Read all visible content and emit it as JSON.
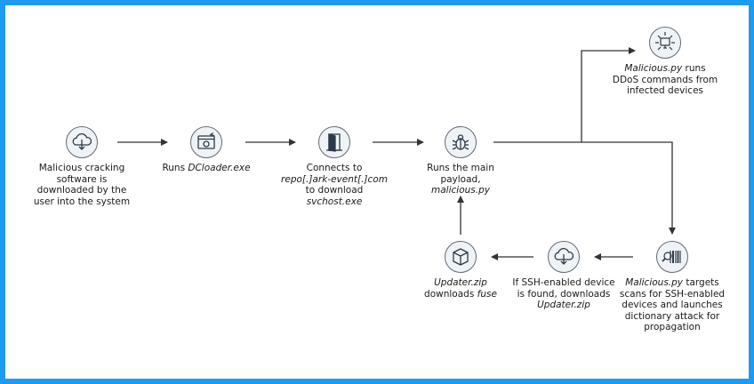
{
  "colors": {
    "border": "#1e9bf0",
    "background": "#ffffff",
    "line": "#333333",
    "icon_fill": "#f0f3f6",
    "icon_stroke": "#2b3a4a"
  },
  "nodes": {
    "cracking": {
      "icon": "cloud-download-icon",
      "text": "Malicious cracking software is downloaded by the user into the system"
    },
    "dcloader": {
      "icon": "browser-window-icon",
      "text_a": "Runs ",
      "text_b": "DCloader.exe"
    },
    "connect": {
      "icon": "door-icon",
      "text_a": "Connects to",
      "text_b": "repo[.]ark-event[.]com",
      "text_c": "to download",
      "text_d": "svchost.exe"
    },
    "payload": {
      "icon": "bug-icon",
      "text_a": "Runs the main payload,",
      "text_b": "malicious.py"
    },
    "ddos": {
      "icon": "monitor-network-icon",
      "text_a": "Malicious.py",
      "text_b": "runs DDoS commands from infected devices"
    },
    "scan": {
      "icon": "barcode-scan-icon",
      "text_a": "Malicious.py",
      "text_b": "targets scans for SSH-enabled devices and launches dictionary attack for propagation"
    },
    "ssh": {
      "icon": "cloud-download-icon",
      "text_a": "If SSH-enabled device is found, downloads",
      "text_b": "Updater.zip"
    },
    "updater": {
      "icon": "package-box-icon",
      "text_a": "Updater.zip",
      "text_b": "downloads",
      "text_c": "fuse"
    }
  }
}
